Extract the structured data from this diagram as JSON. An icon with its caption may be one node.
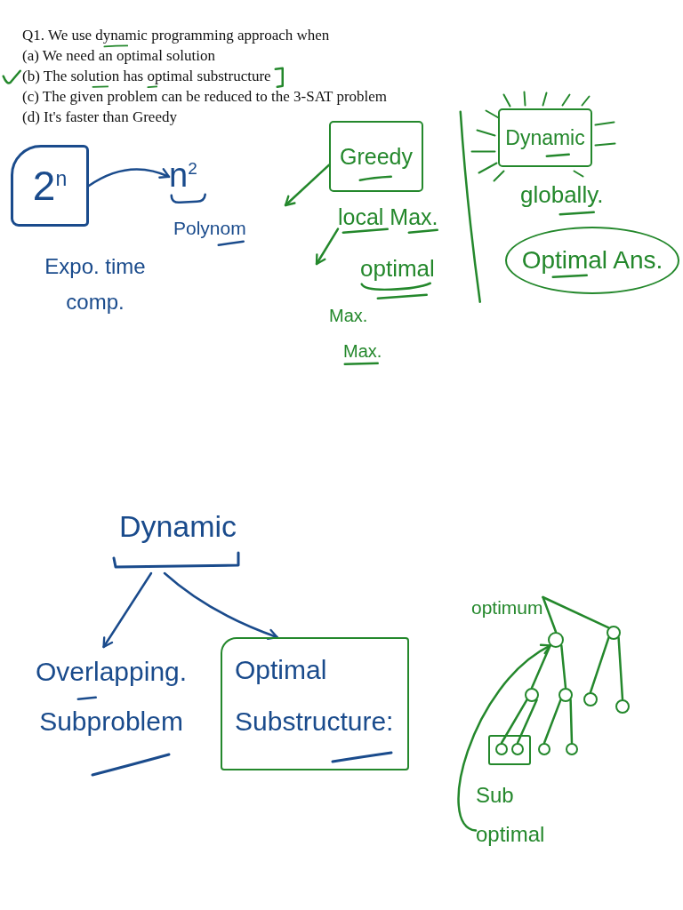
{
  "diagram": {
    "nodes": [
      {
        "text": [
          "2$^{n}$"
        ],
        "beside": [
          "Expo. time comp."
        ]
      },
      {
        "text": [
          "n$^{2}$"
        ],
        "beside": [
          "Polynom"
        ]
      },
      {
        "text": [
          "Greedy"
        ]
      },
      {
        "text": [
          "local Max."
        ]
      },
      {
        "text": [
          "Dynamic"
        ]
      },
      {
        "text": [
          "Optimal Ans."
        ]
      },
      {
        "text": [
          "Dynamic"
        ]
      },
      {
        "text": [
          "Overlapping. Subproblem"
        ]
      },
      {
        "text": [
          "Optimal Substructure:"
        ]
      },
      {
        "text": [
          "optimum"
        ]
      },
      {
        "text": [],
        "shape": "circle"
      },
      {
        "text": [],
        "shape": "circle"
      },
      {
        "text": [],
        "shape": "circle"
      },
      {
        "text": [],
        "shape": "circle"
      },
      {
        "text": [],
        "shape": "circle"
      },
      {
        "text": [],
        "shape": "circle"
      },
      {
        "text": [],
        "shape": "box"
      },
      {
        "text": [],
        "shape": "circle",
        "in": 16
      },
      {
        "text": [],
        "shape": "circle",
        "in": 16
      },
      {
        "text": [],
        "shape": "circle"
      },
      {
        "text": [],
        "shape": "circle"
      },
      {
        "text": [
          "Sub optimal"
        ]
      }
    ],
    "edges": [
      {
        "from": 0,
        "to": 1,
        "arrow": "to",
        "color": "#1a4b8c"
      },
      {
        "from": 2,
        "to": null,
        "arrow": "to"
      },
      {
        "from": 3,
        "to": null,
        "arrow": "to"
      },
      {
        "from": 6,
        "to": 7,
        "arrow": "to",
        "color": "#1a4b8c"
      },
      {
        "from": 6,
        "to": 8,
        "arrow": "to",
        "color": "#1a4b8c"
      },
      {
        "from": 9,
        "to": 10,
        "arrow": "none"
      },
      {
        "from": 9,
        "to": 11,
        "arrow": "none"
      },
      {
        "from": 10,
        "to": 12,
        "arrow": "none"
      },
      {
        "from": 10,
        "to": 13,
        "arrow": "none"
      },
      {
        "from": 11,
        "to": 14,
        "arrow": "none"
      },
      {
        "from": 11,
        "to": 15,
        "arrow": "none"
      },
      {
        "from": 12,
        "to": 17,
        "arrow": "none"
      },
      {
        "from": 12,
        "to": 18,
        "arrow": "none"
      },
      {
        "from": 13,
        "to": 19,
        "arrow": "none"
      },
      {
        "from": 13,
        "to": 20,
        "arrow": "none"
      },
      {
        "from": 21,
        "to": 10,
        "arrow": "to"
      }
    ],
    "labels": [
      "Q1. We use dynamic programming approach when",
      "(a) We need an optimal solution",
      "(b) The solution has optimal substructure",
      "(c) The given problem can be reduced to the 3-SAT problem",
      "(d) It's faster than Greedy",
      "globally.",
      "optimal",
      "Max.",
      "Max."
    ]
  }
}
